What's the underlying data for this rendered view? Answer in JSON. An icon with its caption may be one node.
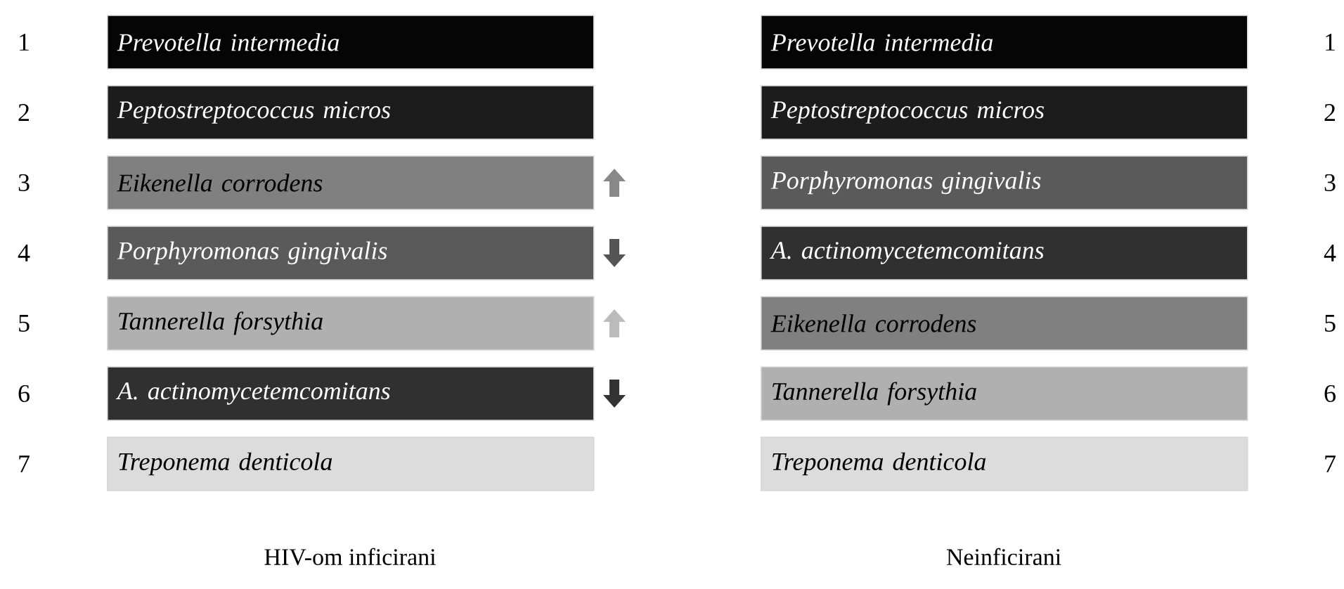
{
  "diagram": {
    "nodes": [
      {
        "text": [
          "Prevotella intermedia"
        ],
        "beside": [
          "1"
        ]
      },
      {
        "text": [
          "Peptostreptococcus micros"
        ],
        "beside": [
          "2"
        ]
      },
      {
        "text": [
          "Eikenella corrodens"
        ],
        "beside": [
          "3"
        ]
      },
      {
        "text": [
          "Porphyromonas gingivalis"
        ],
        "beside": [
          "4"
        ]
      },
      {
        "text": [
          "Tannerella forsythia"
        ],
        "beside": [
          "5"
        ]
      },
      {
        "text": [
          "A. actinomycetemcomitans"
        ],
        "beside": [
          "6"
        ]
      },
      {
        "text": [
          "Treponema denticola"
        ],
        "beside": [
          "7"
        ]
      },
      {
        "text": [
          "Prevotella intermedia"
        ],
        "beside": [
          "1"
        ]
      },
      {
        "text": [
          "Peptostreptococcus micros"
        ],
        "beside": [
          "2"
        ]
      },
      {
        "text": [
          "Porphyromonas gingivalis"
        ],
        "beside": [
          "3"
        ]
      },
      {
        "text": [
          "A. actinomycetemcomitans"
        ],
        "beside": [
          "4"
        ]
      },
      {
        "text": [
          "Eikenella corrodens"
        ],
        "beside": [
          "5"
        ]
      },
      {
        "text": [
          "Tannerella forsythia"
        ],
        "beside": [
          "6"
        ]
      },
      {
        "text": [
          "Treponema denticola"
        ],
        "beside": [
          "7"
        ]
      }
    ],
    "labels": [
      "HIV-om inficirani",
      "Neinficirani"
    ]
  }
}
